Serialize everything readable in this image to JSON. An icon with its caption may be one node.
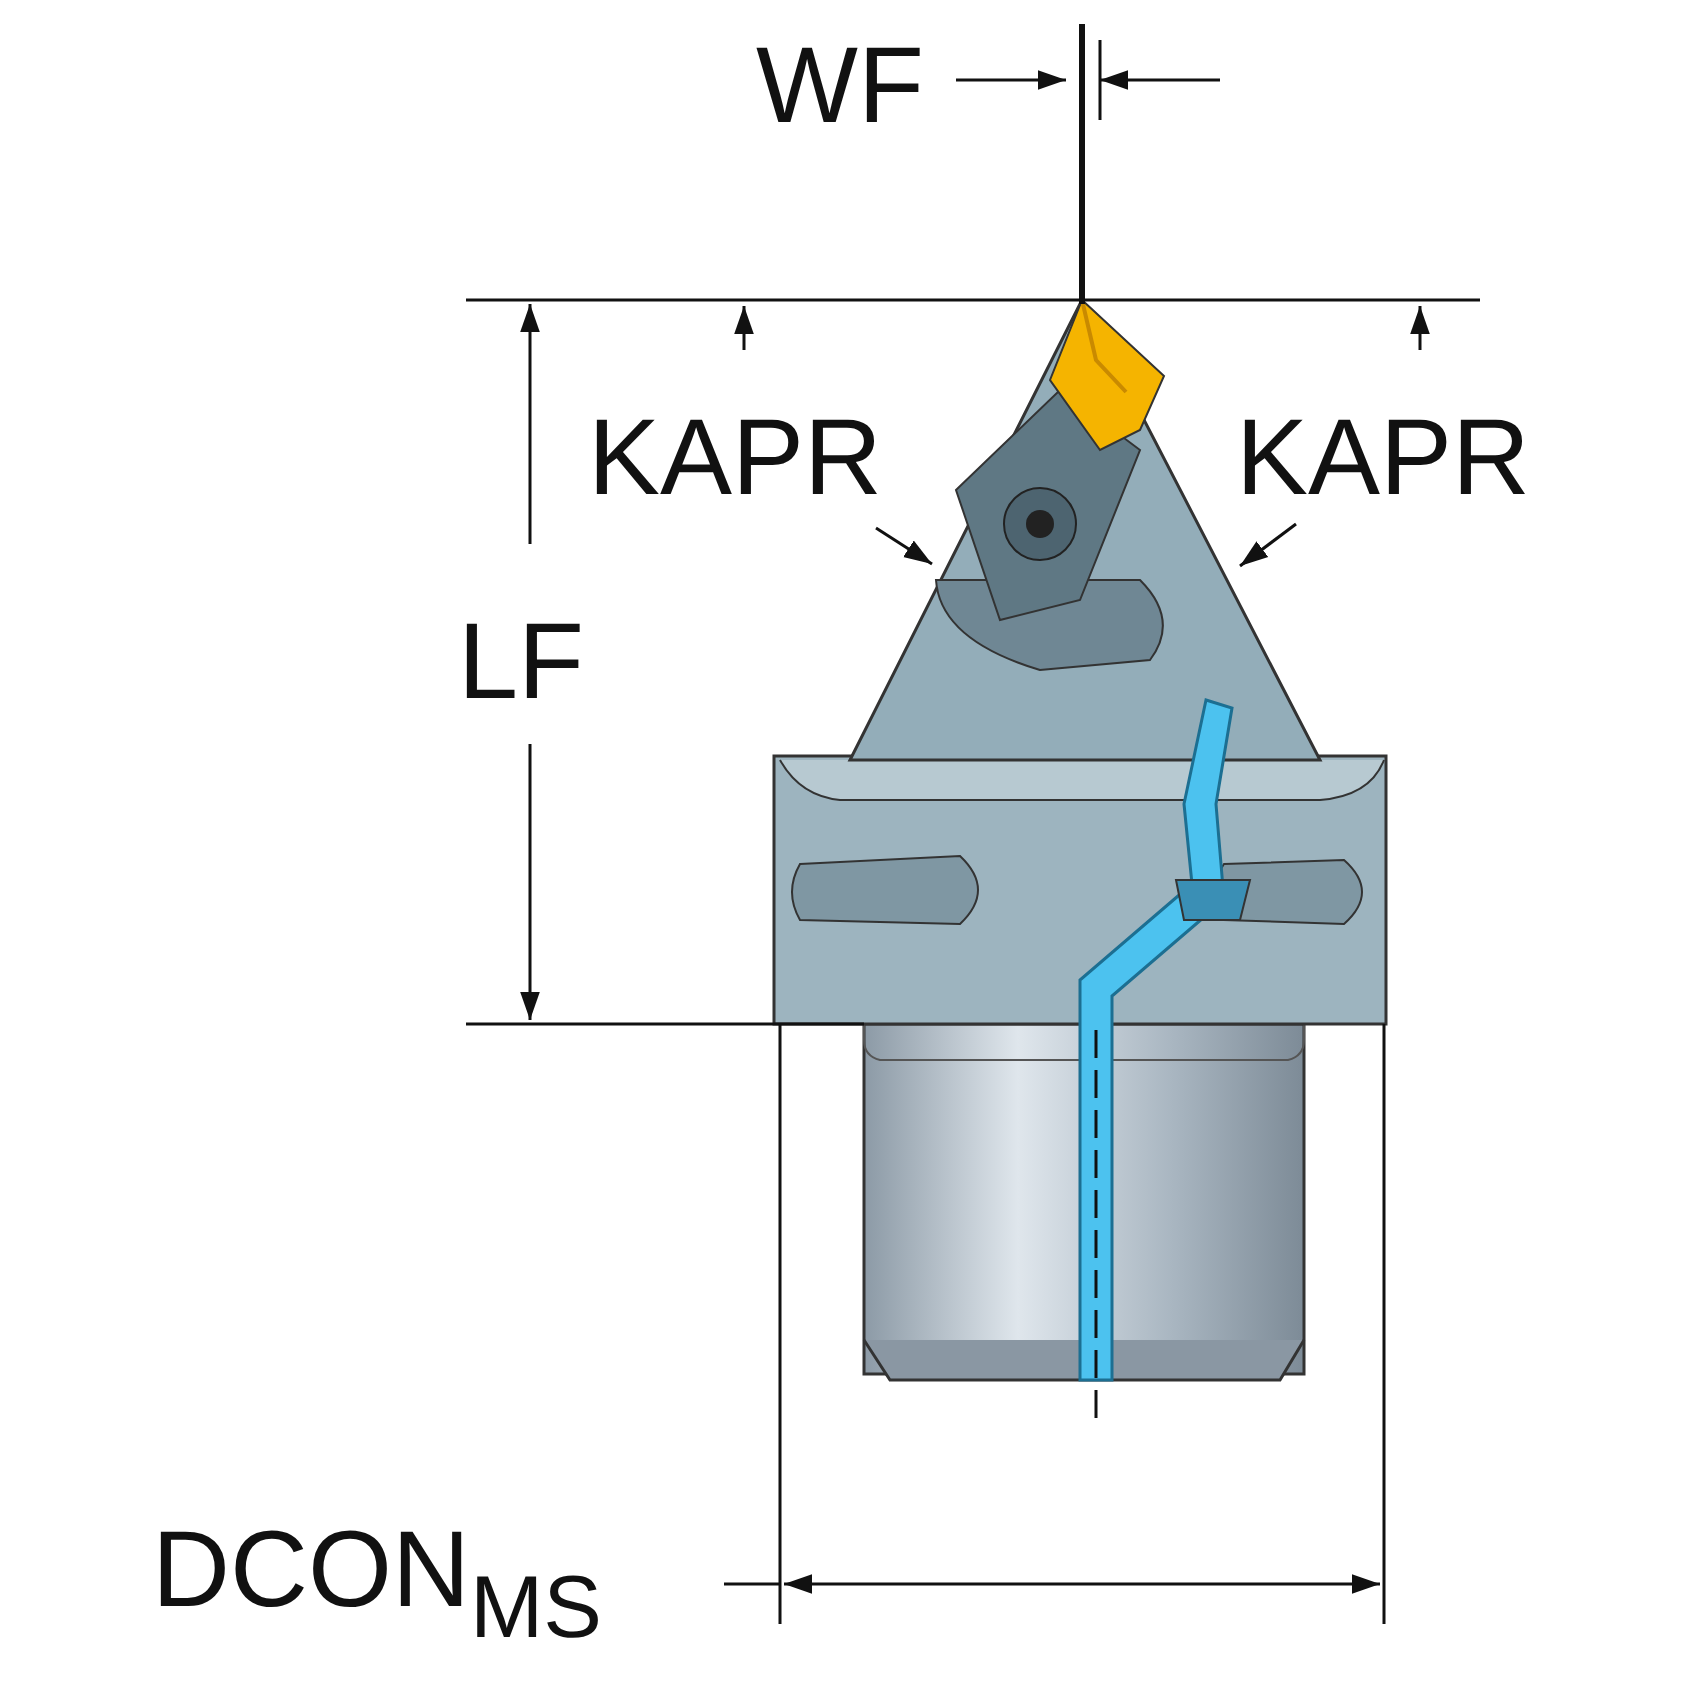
{
  "diagram": {
    "labels": [
      "WF",
      "KAPR",
      "KAPR",
      "LF",
      "DCON$_{MS}$"
    ]
  }
}
